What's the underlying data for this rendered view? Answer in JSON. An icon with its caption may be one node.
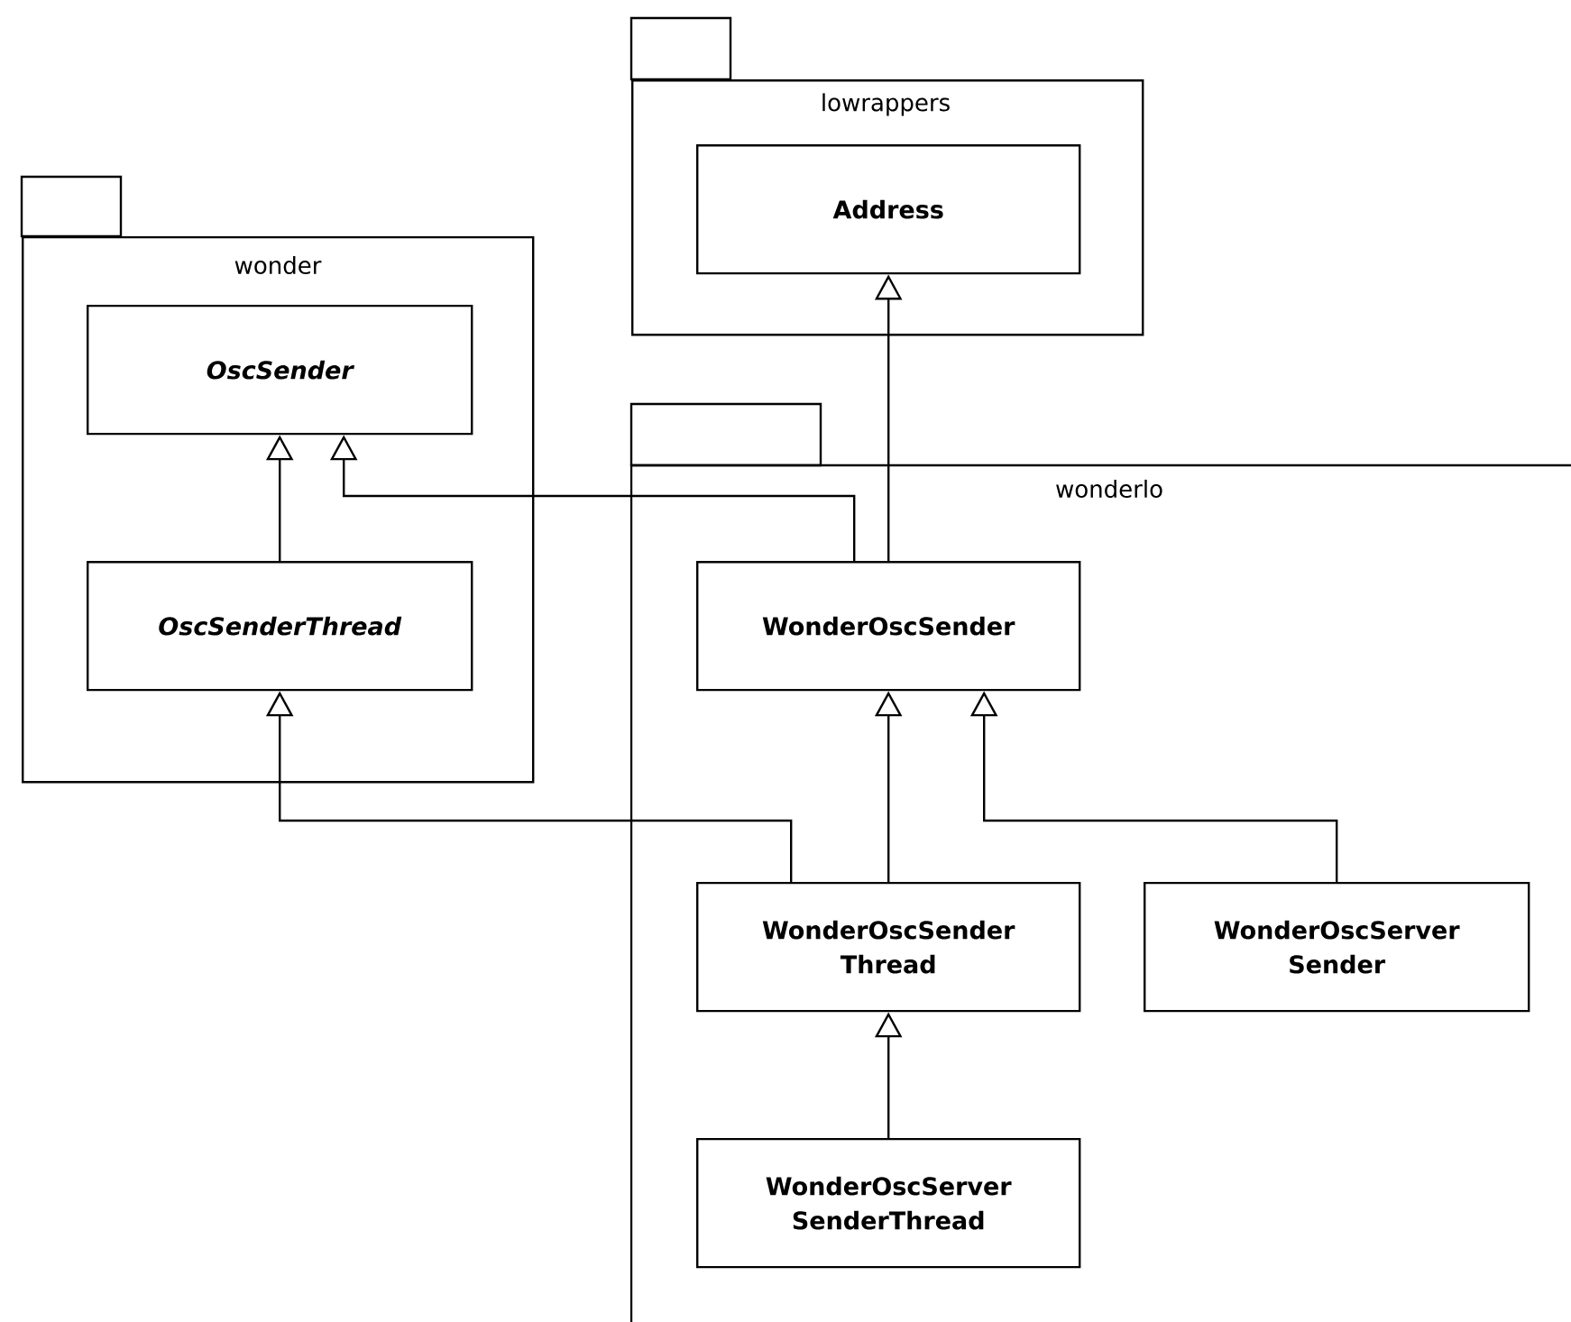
{
  "diagram": {
    "nodes": [
      {
        "text": [
          "wonder"
        ]
      },
      {
        "text": [
          "OscSender"
        ],
        "in": 0
      },
      {
        "text": [
          "OscSenderThread"
        ],
        "in": 0
      },
      {
        "text": [
          "lowrappers"
        ]
      },
      {
        "text": [
          "Address"
        ],
        "in": 3
      },
      {
        "text": [
          "wonderlo"
        ]
      },
      {
        "text": [
          "WonderOscSender"
        ],
        "in": 5
      },
      {
        "text": [
          "WonderOscSender Thread"
        ],
        "in": 5
      },
      {
        "text": [
          "WonderOscServer Sender"
        ],
        "in": 5
      },
      {
        "text": [
          "WonderOscServer SenderThread"
        ],
        "in": 5
      }
    ],
    "edges": [
      {
        "from": 2,
        "to": 1,
        "arrow": "to"
      },
      {
        "from": 6,
        "to": 4,
        "arrow": "to"
      },
      {
        "from": 6,
        "to": 1,
        "arrow": "to"
      },
      {
        "from": 7,
        "to": 6,
        "arrow": "to"
      },
      {
        "from": 8,
        "to": 6,
        "arrow": "to"
      },
      {
        "from": 7,
        "to": 2,
        "arrow": "to"
      },
      {
        "from": 9,
        "to": 7,
        "arrow": "to"
      }
    ]
  }
}
